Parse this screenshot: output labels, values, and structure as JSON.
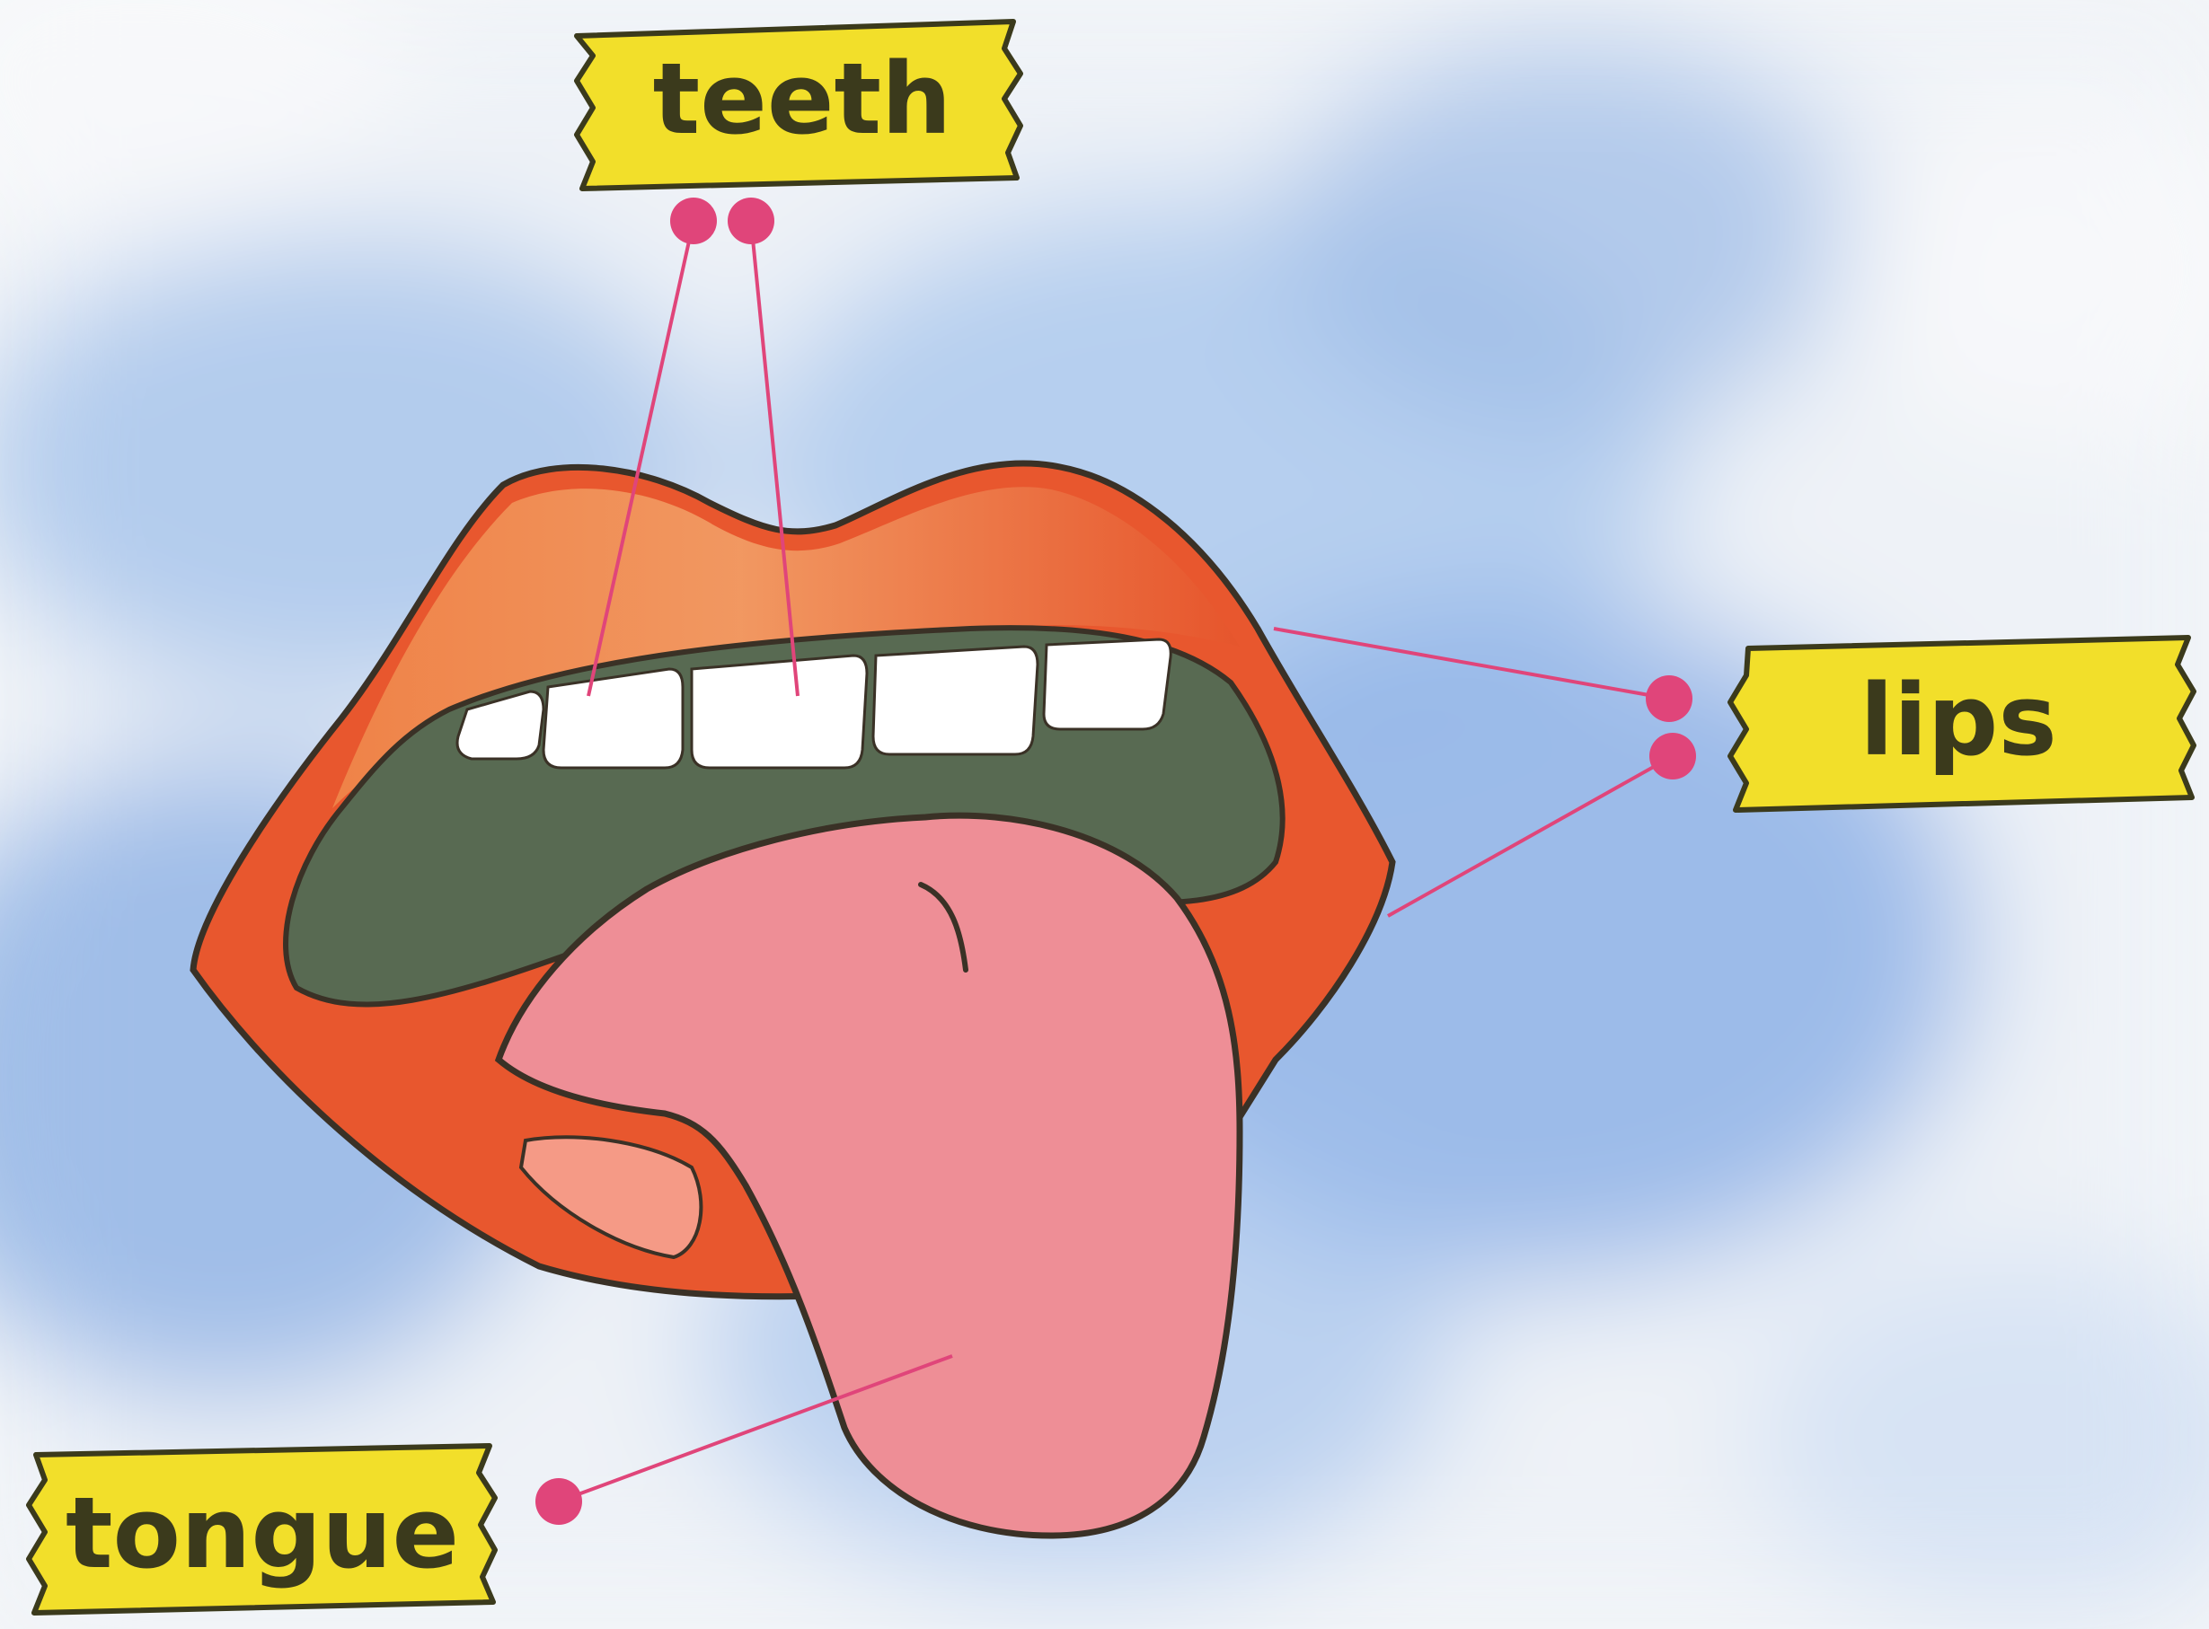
{
  "diagram": {
    "labels": {
      "teeth": "teeth",
      "lips": "lips",
      "tongue": "tongue"
    },
    "colors": {
      "label_fill": "#f2df2a",
      "label_border": "#3b3a1c",
      "label_text": "#3b3a1c",
      "pointer": "#e0457a",
      "lip": "#e8572e",
      "lip_highlight": "#f3a06a",
      "mouth_interior": "#586a52",
      "teeth": "#ffffff",
      "tongue": "#ee8e96",
      "outline": "#3a3126",
      "sky_blue": "#8fb4e6"
    }
  }
}
